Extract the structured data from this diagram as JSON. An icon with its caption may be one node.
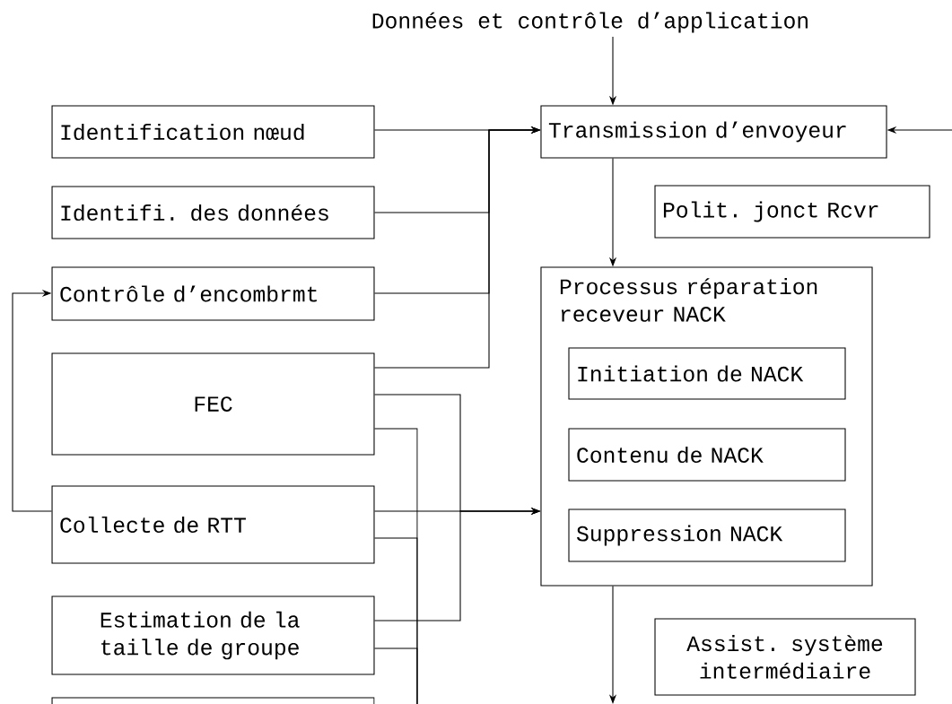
{
  "diagram": {
    "nodes": [
      {
        "text": [
          "Données et contrôle d’application"
        ]
      },
      {
        "text": [
          "Identification nœud"
        ]
      },
      {
        "text": [
          "Identifi. des données"
        ]
      },
      {
        "text": [
          "Contrôle d’encombrmt"
        ]
      },
      {
        "text": [
          "FEC"
        ]
      },
      {
        "text": [
          "Collecte de RTT"
        ]
      },
      {
        "text": [
          "Estimation de la taille de groupe"
        ]
      },
      {
        "text": [],
        "shape": "box"
      },
      {
        "text": [
          "Transmission d’envoyeur"
        ]
      },
      {
        "text": [
          "Polit. jonct Rcvr"
        ]
      },
      {
        "text": [
          "Processus réparation receveur NACK"
        ]
      },
      {
        "text": [
          "Initiation de NACK"
        ],
        "in": 10
      },
      {
        "text": [
          "Contenu de NACK"
        ],
        "in": 10
      },
      {
        "text": [
          "Suppression NACK"
        ],
        "in": 10
      },
      {
        "text": [
          "Assist. système intermédiaire"
        ]
      }
    ],
    "edges": [
      {
        "from": 0,
        "to": 8,
        "arrow": "to"
      },
      {
        "from": 1,
        "to": 8,
        "arrow": "to"
      },
      {
        "from": 2,
        "to": 8,
        "arrow": "to"
      },
      {
        "from": 3,
        "to": 8,
        "arrow": "to"
      },
      {
        "from": 4,
        "to": 8,
        "arrow": "to"
      },
      {
        "from": null,
        "to": 8,
        "arrow": "to"
      },
      {
        "from": 8,
        "to": 10,
        "arrow": "to"
      },
      {
        "from": 4,
        "to": 10,
        "arrow": "to"
      },
      {
        "from": 5,
        "to": 10,
        "arrow": "to"
      },
      {
        "from": 6,
        "to": 10,
        "arrow": "to"
      },
      {
        "from": 5,
        "to": 3,
        "arrow": "to"
      },
      {
        "from": 4,
        "to": null,
        "arrow": "none"
      },
      {
        "from": 5,
        "to": null,
        "arrow": "none"
      },
      {
        "from": 6,
        "to": null,
        "arrow": "none"
      },
      {
        "from": 10,
        "to": null,
        "arrow": "to"
      }
    ]
  }
}
